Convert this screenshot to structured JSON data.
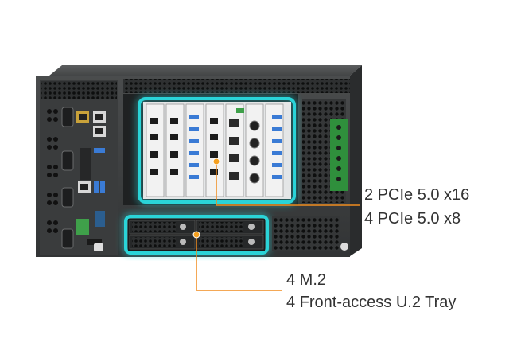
{
  "callouts": {
    "pcie": {
      "line1": "2 PCIe 5.0 x16",
      "line2": "4 PCIe 5.0 x8"
    },
    "storage": {
      "line1": "4 M.2",
      "line2": "4 Front-access U.2 Tray"
    }
  },
  "colors": {
    "background": "#ffffff",
    "chassis": "#3b3d3e",
    "highlight_glow": "#2ad4d8",
    "callout_line": "#f08c1e",
    "callout_dot": "#f5a020",
    "usb_blue": "#3a7bd5",
    "terminal_green": "#3fa04a",
    "text": "#333333"
  },
  "icons": {
    "power_button": "power-icon"
  }
}
